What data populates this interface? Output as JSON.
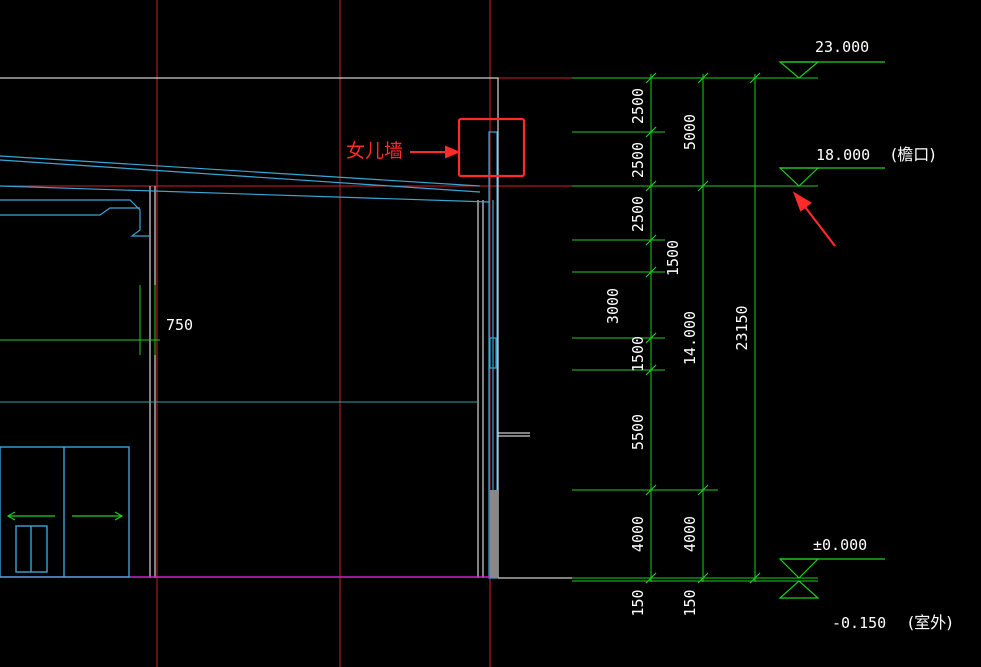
{
  "colors": {
    "background": "#000000",
    "grid_axis": "#cc1f2a",
    "outline": "#ffffff",
    "roof": "#3aa6d6",
    "dimension": "#22cc22",
    "ground": "#cc22cc",
    "annotation": "#ff2a2a"
  },
  "annotations": {
    "parapet_label": "女儿墙",
    "dim_750": "750"
  },
  "dimensions": {
    "col1": [
      "2500",
      "2500",
      "2500",
      "3000",
      "5500",
      "4000",
      "150"
    ],
    "col1_small": [
      "1500",
      "1500"
    ],
    "col2": [
      "5000",
      "14.000",
      "4000",
      "150"
    ],
    "col3": [
      "23150"
    ]
  },
  "elevations": {
    "top": "23.000",
    "eave": "18.000",
    "eave_note": "(檐口)",
    "zero": "±0.000",
    "outdoor": "-0.150",
    "outdoor_note": "(室外)"
  }
}
